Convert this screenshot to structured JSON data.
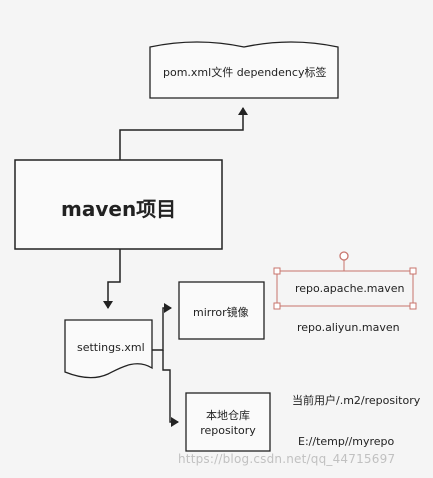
{
  "diagram": {
    "pom_label": "pom.xml文件   dependency标签",
    "maven_label": "maven项目",
    "settings_label": "settings.xml",
    "mirror_label": "mirror镜像",
    "local_repo_label_line1": "本地仓库",
    "local_repo_label_line2": "repository",
    "mirror_options": [
      "repo.apache.maven",
      "repo.aliyun.maven"
    ],
    "repo_paths": [
      "当前用户/.m2/repository",
      "E://temp//myrepo"
    ]
  },
  "watermark": "https://blog.csdn.net/qq_44715697",
  "colors": {
    "background": "#f5f5f5",
    "box_stroke": "#222222",
    "selection_handles": "#c8746c",
    "text": "#222222"
  }
}
